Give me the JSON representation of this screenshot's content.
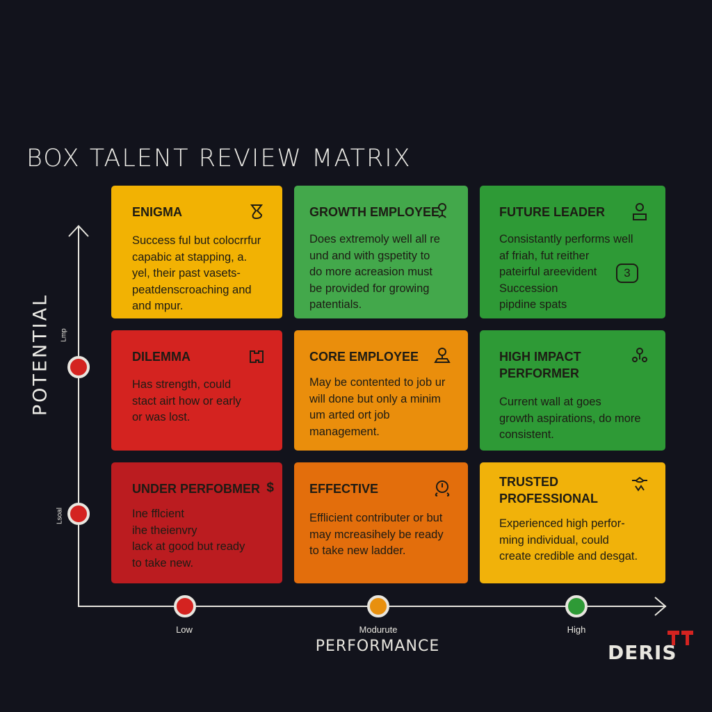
{
  "title": "BOX TALENT REVIEW MATRIX",
  "y_axis": {
    "label": "POTENTIAL",
    "tick_high": "Lmp",
    "tick_low": "Lsoal"
  },
  "x_axis": {
    "label": "PERFORMANCE",
    "ticks": [
      "Low",
      "Modurute",
      "High"
    ]
  },
  "colors": {
    "yellow": "#f2b203",
    "green_light": "#43a84b",
    "green": "#2e9a36",
    "red": "#d42320",
    "red_dark": "#bb1c20",
    "orange": "#ea8e0c",
    "orange_dark": "#e36e0c",
    "background": "#12131c",
    "logo_accent": "#d42320"
  },
  "cells": [
    {
      "title": "ENIGMA",
      "icon": "puzzle-icon",
      "text": "Success ful but colocrrfur\ncapabic at stapping,  a.\nyel, their past vasets-\npeatdenscroaching and\nand mpur."
    },
    {
      "title": "GROWTH EMPLOYEE",
      "icon": "person-growth-icon",
      "text": "Does extremoly well all re\nund and with gspetity to\ndo more acreasion must\nbe provided for growing\npatentials."
    },
    {
      "title": "FUTURE LEADER",
      "icon": "leader-icon",
      "text": "Consistantly performs well\naf friah, fut reither\npateirful areevident\nSuccession\npipdine spats",
      "badge": "3"
    },
    {
      "title": "DILEMMA",
      "icon": "puzzle-piece-icon",
      "text": "Has strength, could\nstact airt how or early\nor was lost."
    },
    {
      "title": "CORE EMPLOYEE",
      "icon": "person-desk-icon",
      "text": "May be contented to job ur\nwill done but only a minim\num arted ort job\nmanagement."
    },
    {
      "title": "HIGH IMPACT\nPERFORMER",
      "icon": "team-icon",
      "text": "Current wall at goes\ngrowth aspirations, do more\nconsistent."
    },
    {
      "title": "UNDER PERFOBMER",
      "icon": "dollar-icon",
      "icon_glyph": "$",
      "text": "Ine fflcient\nihe theienvry\nlack at good but ready\nto take new."
    },
    {
      "title": "EFFECTIVE",
      "icon": "gauge-icon",
      "text": "Efflicient contributer or but\nmay mcreasihely be ready\nto take new ladder."
    },
    {
      "title": "TRUSTED\nPROFESSIONAL",
      "icon": "handshake-icon",
      "text": "Experienced high perfor-\nming individual, could\ncreate credible and desgat."
    }
  ],
  "logo": {
    "text": "DERIS"
  }
}
